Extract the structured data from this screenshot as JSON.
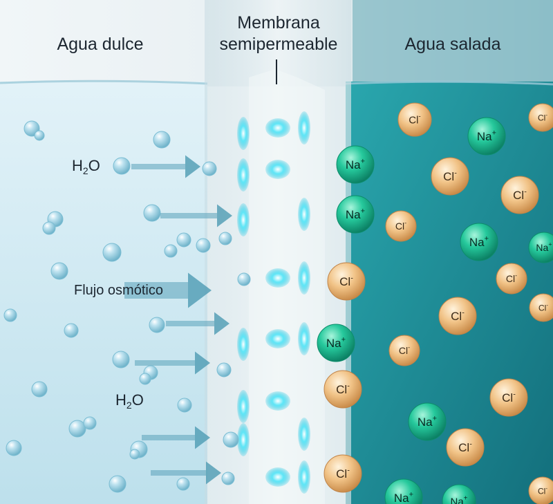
{
  "labels": {
    "fresh_water": "Agua dulce",
    "membrane_line1": "Membrana",
    "membrane_line2": "semipermeable",
    "salt_water": "Agua salada",
    "h2o_prefix": "H",
    "h2o_sub": "2",
    "h2o_suffix": "O",
    "osmotic_flow": "Flujo osmótico"
  },
  "ions": {
    "sodium": "Na",
    "sodium_charge": "+",
    "chloride": "Cl",
    "chloride_charge": "-"
  },
  "colors": {
    "fresh_water": "#cfe9f3",
    "salt_water": "#1e8f98",
    "membrane": "#dfe9ec",
    "sodium_ion": "#1fc79a",
    "chloride_ion": "#f2c58a",
    "arrow": "#4d9bb3",
    "pore_glow": "#22d6f0"
  },
  "icons": {
    "water_molecule": "bubble-icon",
    "flow_arrow": "arrow-right-icon",
    "membrane_pore": "pore-icon"
  }
}
